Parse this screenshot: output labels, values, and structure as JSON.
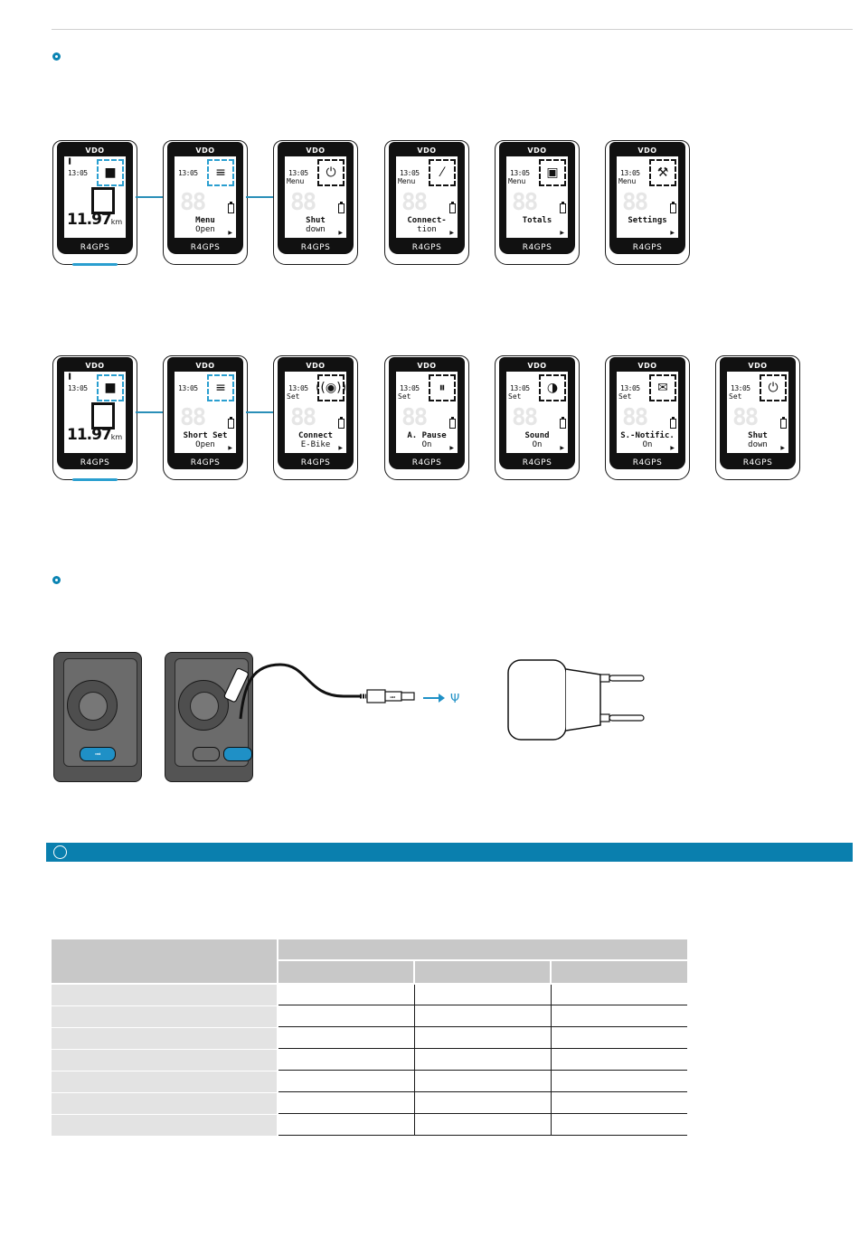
{
  "row1": [
    {
      "time": "13:05",
      "sub": "",
      "icon": "■",
      "icon_name": "stop-icon",
      "label1": "",
      "label2": "",
      "home": true,
      "dist": "11.97",
      "unit": "km"
    },
    {
      "time": "13:05",
      "sub": "",
      "icon": "≡",
      "icon_name": "menu-icon",
      "label1": "Menu",
      "label2": "Open",
      "blue": true
    },
    {
      "time": "13:05",
      "sub": "Menu",
      "icon": "⏻",
      "icon_name": "power-icon",
      "label1": "Shut",
      "label2": "down"
    },
    {
      "time": "13:05",
      "sub": "Menu",
      "icon": "⁄",
      "icon_name": "connection-icon",
      "label1": "Connect-",
      "label2": "tion"
    },
    {
      "time": "13:05",
      "sub": "Menu",
      "icon": "▣",
      "icon_name": "save-icon",
      "label1": "Totals",
      "label2": ""
    },
    {
      "time": "13:05",
      "sub": "Menu",
      "icon": "⚒",
      "icon_name": "wrench-icon",
      "label1": "Settings",
      "label2": ""
    }
  ],
  "row2": [
    {
      "time": "13:05",
      "sub": "",
      "icon": "■",
      "icon_name": "stop-icon",
      "label1": "",
      "label2": "",
      "home": true,
      "dist": "11.97",
      "unit": "km"
    },
    {
      "time": "13:05",
      "sub": "",
      "icon": "≡",
      "icon_name": "menu-icon",
      "label1": "Short Set",
      "label2": "Open",
      "blue": true
    },
    {
      "time": "13:05",
      "sub": "Set",
      "icon": "((◉))",
      "icon_name": "ebike-connect-icon",
      "label1": "Connect",
      "label2": "E-Bike"
    },
    {
      "time": "13:05",
      "sub": "Set",
      "icon": "⏸",
      "icon_name": "auto-pause-icon",
      "label1": "A. Pause",
      "label2": "On"
    },
    {
      "time": "13:05",
      "sub": "Set",
      "icon": "◑",
      "icon_name": "sound-icon",
      "label1": "Sound",
      "label2": "On"
    },
    {
      "time": "13:05",
      "sub": "Set",
      "icon": "✉",
      "icon_name": "notification-icon",
      "label1": "S.-Notific.",
      "label2": "On"
    },
    {
      "time": "13:05",
      "sub": "Set",
      "icon": "⏻",
      "icon_name": "power-icon",
      "label1": "Shut",
      "label2": "down"
    }
  ],
  "device": {
    "brand": "VDO",
    "model": "R4GPS"
  }
}
